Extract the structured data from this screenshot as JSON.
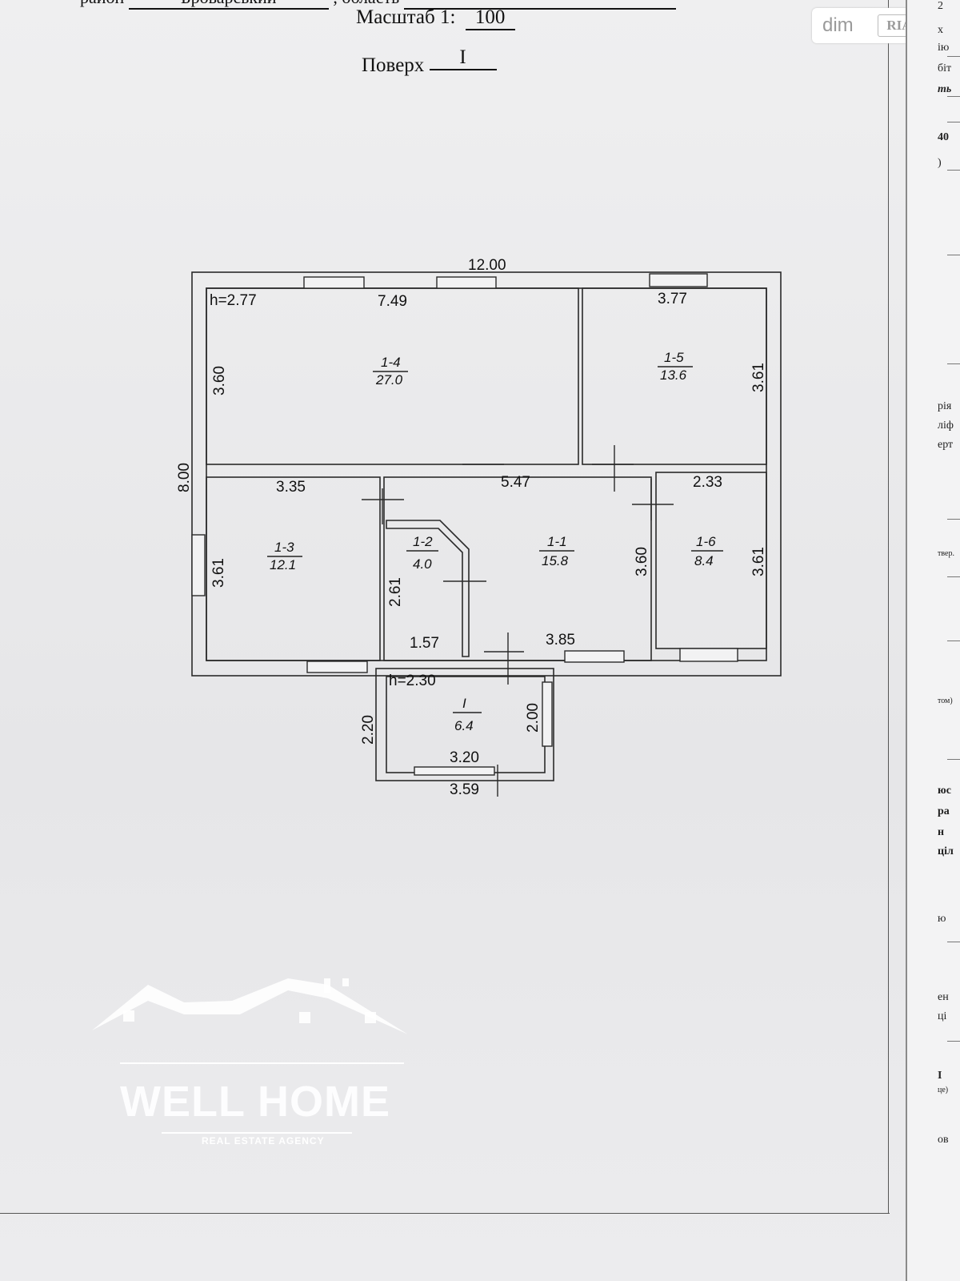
{
  "header": {
    "cut_left_a": "район",
    "cut_left_b": "Броварський",
    "cut_left_c": ", область",
    "scale_label": "Масштаб 1:",
    "scale_value": "100",
    "floor_label": "Поверх",
    "floor_value": "I"
  },
  "watermark": {
    "site": "dim",
    "site_badge": "RIA",
    "agency": "WELL HOME",
    "agency_sub": "REAL ESTATE AGENCY"
  },
  "plan": {
    "height_main": "h=2.77",
    "height_porch": "h=2.30",
    "overall_width": "12.00",
    "overall_depth": "8.00",
    "rooms": [
      {
        "id": "1-4",
        "area": "27.0"
      },
      {
        "id": "1-5",
        "area": "13.6"
      },
      {
        "id": "1-3",
        "area": "12.1"
      },
      {
        "id": "1-2",
        "area": "4.0"
      },
      {
        "id": "1-1",
        "area": "15.8"
      },
      {
        "id": "1-6",
        "area": "8.4"
      },
      {
        "id": "I",
        "area": "6.4"
      }
    ],
    "dims": {
      "r14_w": "7.49",
      "r14_h": "3.60",
      "r15_w": "3.77",
      "r15_h": "3.61",
      "r13_w": "3.35",
      "r13_h": "3.61",
      "r11_w": "5.47",
      "r11_h": "3.60",
      "r16_w": "2.33",
      "r16_h": "3.61",
      "r12_h": "2.61",
      "r12_w": "1.57",
      "r11_bottom": "3.85",
      "porch_left": "2.20",
      "porch_right": "2.00",
      "porch_inner": "3.20",
      "porch_outer": "3.59"
    }
  },
  "edge_fragments": [
    "2",
    "х",
    "ію",
    "біт",
    "ть",
    "40",
    ")",
    "рія",
    "ліф",
    "ерт",
    "твер.",
    "том)",
    "юс",
    "ра",
    "н",
    "ціл",
    "ю",
    "ен",
    "ці",
    "І",
    "це)",
    "ов"
  ]
}
